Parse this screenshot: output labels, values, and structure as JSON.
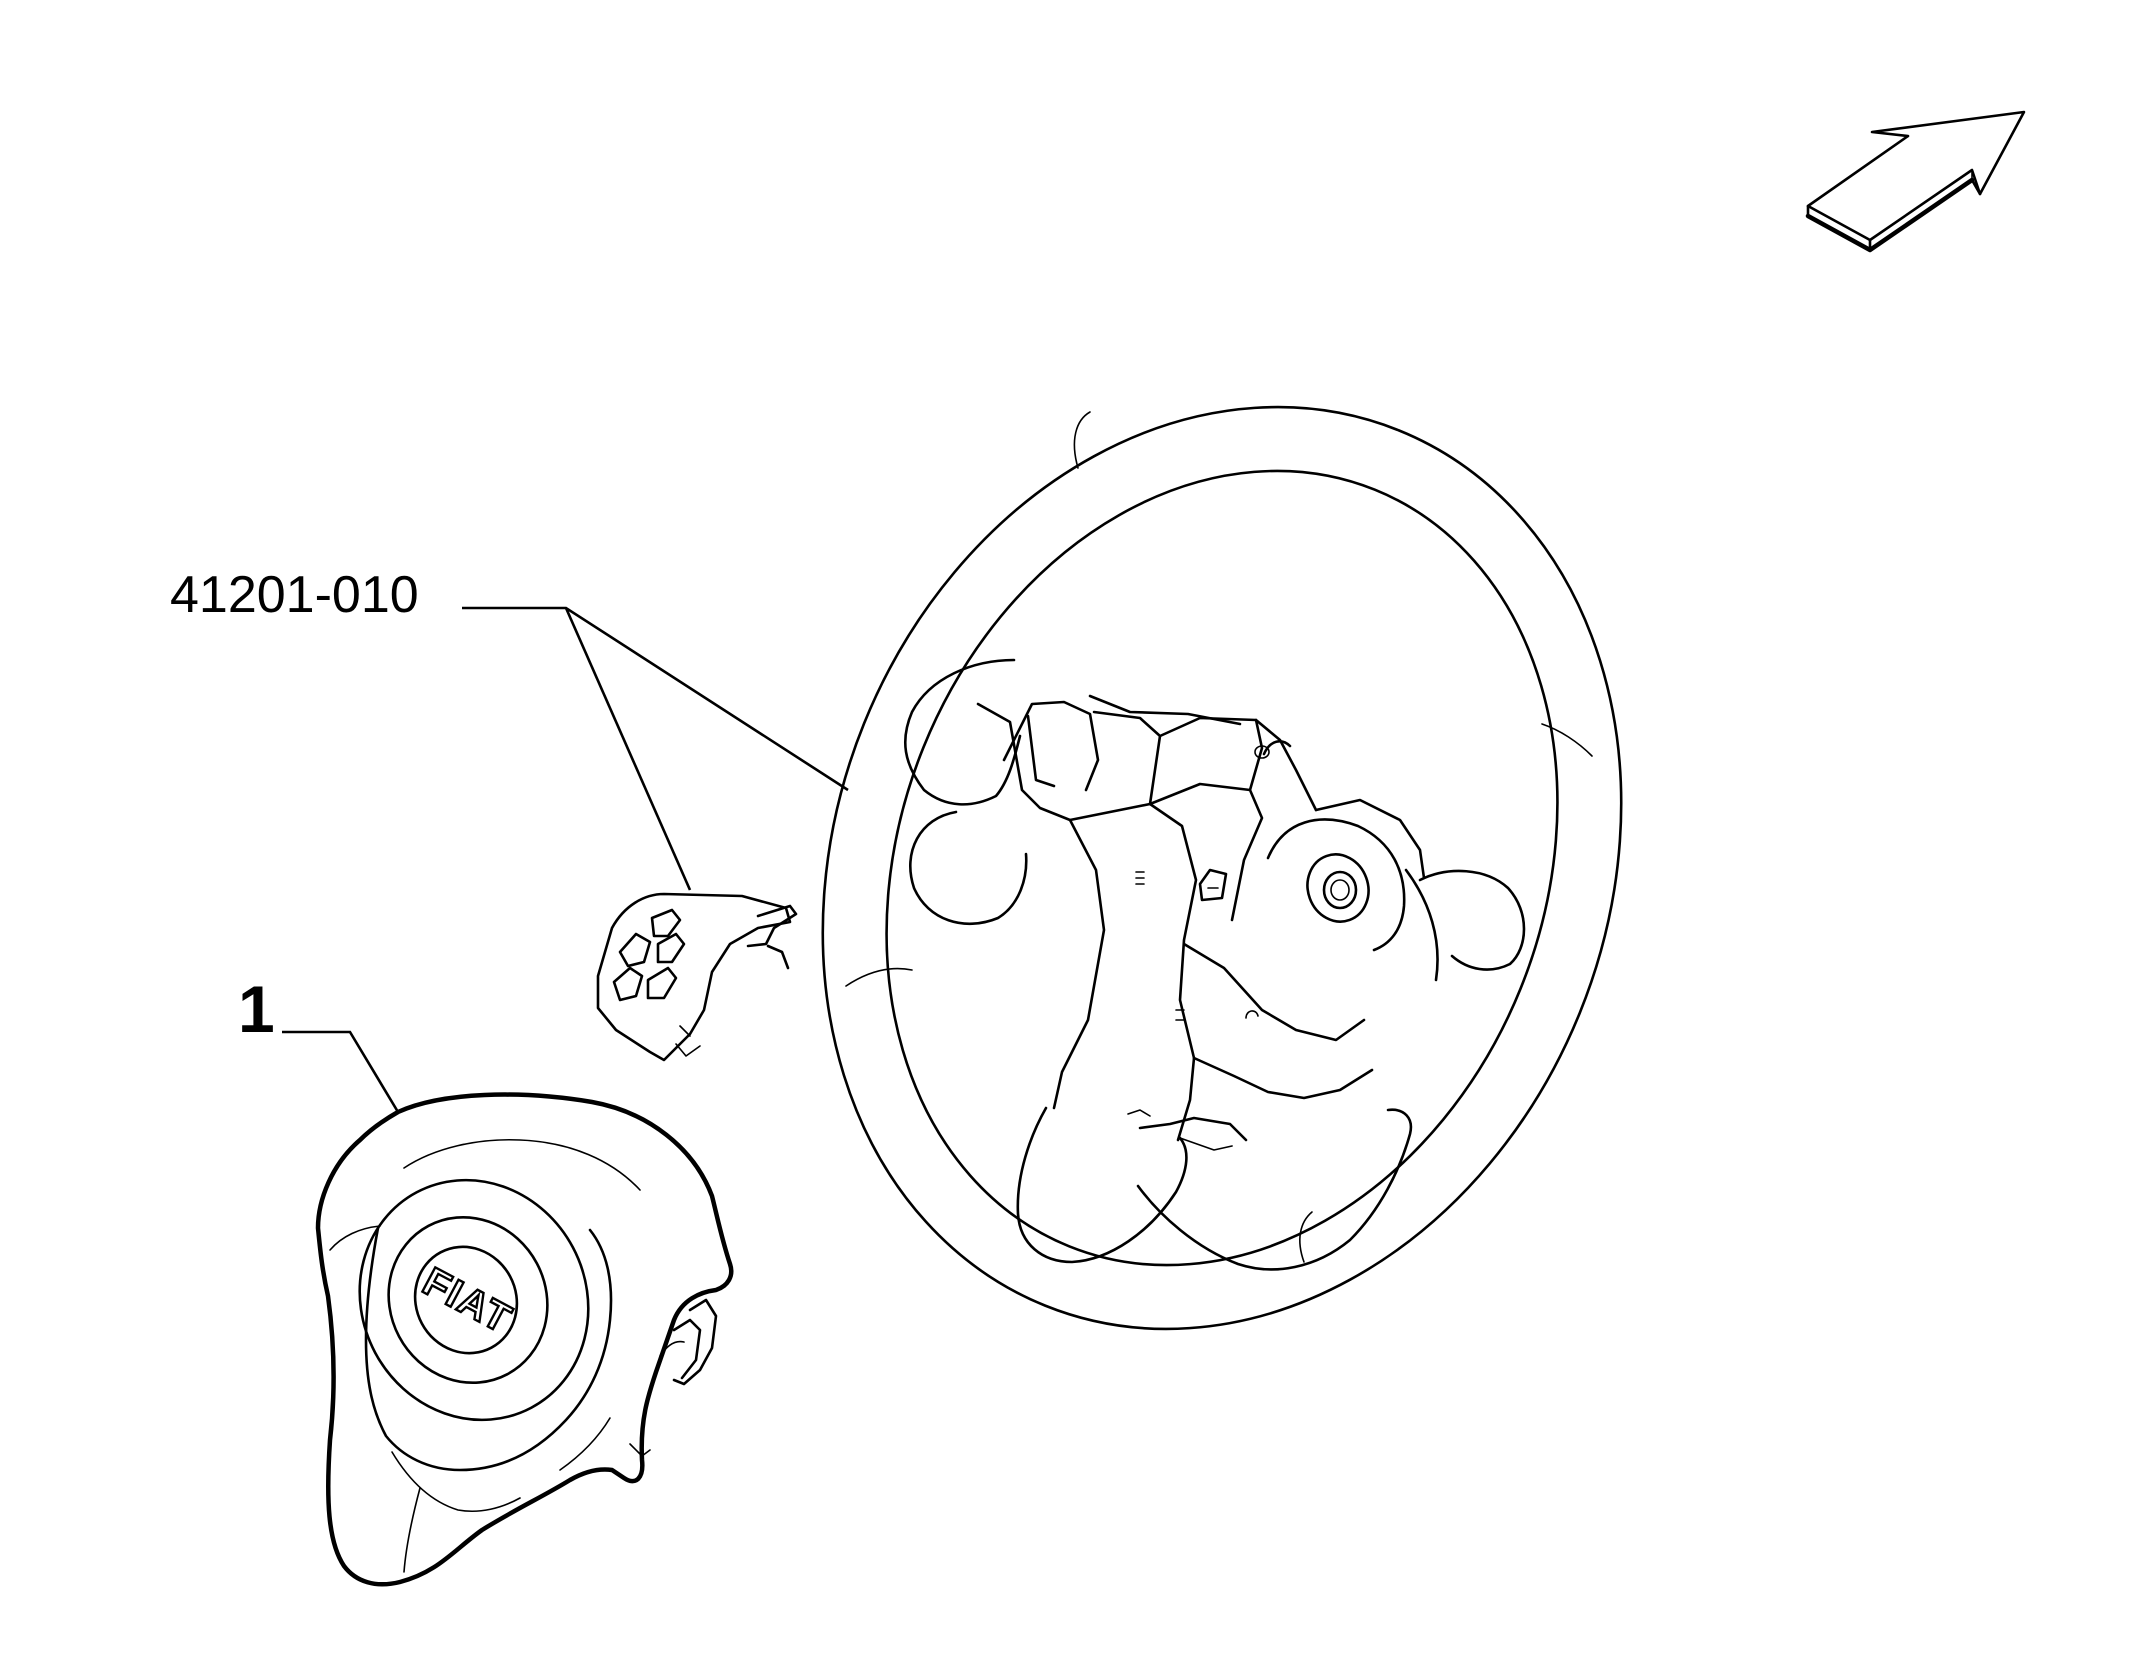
{
  "callouts": {
    "steering_wheel_ref": "41201-010",
    "airbag_position": "1"
  },
  "logo": {
    "text": "FIAT"
  },
  "icons": {
    "orientation": "direction-arrow-icon"
  }
}
